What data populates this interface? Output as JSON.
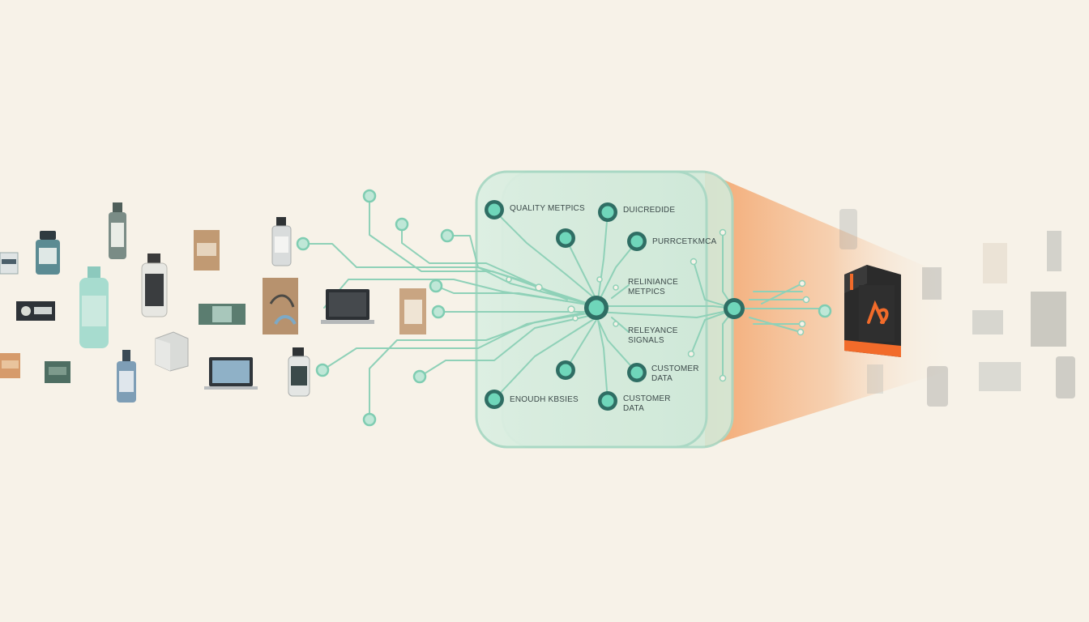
{
  "colors": {
    "background": "#f7f2e8",
    "circuit": "#8fd1b8",
    "node_fill": "#6fd6ba",
    "node_ring": "#2f6e64",
    "panel_fill": "#d7eadb",
    "panel_border": "#a9d8c4",
    "beam": "#f2a46b",
    "box_dark": "#2b2b2b",
    "box_accent": "#f26b2a"
  },
  "hub": {
    "labels": {
      "quality_metrics": "QUALITY METPICS",
      "top_right": "DUICREDIDE",
      "purchase": "PURRCETKMCA",
      "relevance_metrics_1": "RELINIANCE",
      "relevance_metrics_2": "METPICS",
      "relevance_signals_1": "RELEYANCE",
      "relevance_signals_2": "SIGNALS",
      "customer_data_a_1": "CUSTOMER",
      "customer_data_a_2": "DATA",
      "enough_keys": "ENOUDH KBSIES",
      "customer_data_b_1": "CUSTOMER",
      "customer_data_b_2": "DATA"
    }
  },
  "products": {
    "icons": [
      "bottle-icon",
      "jar-icon",
      "kraft-bag-icon",
      "laptop-icon",
      "box-icon",
      "spray-bottle-icon",
      "card-icon"
    ]
  },
  "output": {
    "icon": "brand-box-icon"
  }
}
